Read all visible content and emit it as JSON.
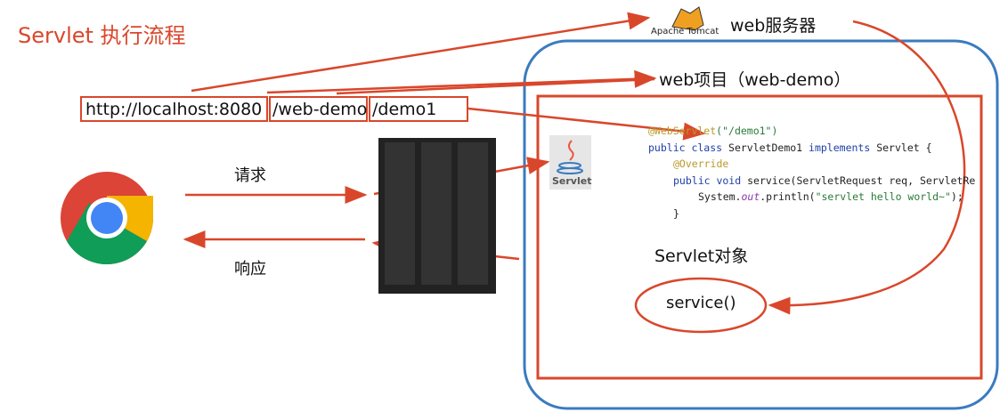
{
  "title": "Servlet 执行流程",
  "url": {
    "part1": "http://localhost:8080",
    "part2": "/web-demo",
    "part3": "/demo1"
  },
  "server": {
    "logo_text": "Apache Tomcat",
    "label": "web服务器"
  },
  "project": {
    "label": "web项目（web-demo）"
  },
  "servlet_icon": {
    "label": "Servlet"
  },
  "code": {
    "line1_annotation": "@WebServlet",
    "line1_arg": "(\"/demo1\")",
    "line2_kw1": "public class",
    "line2_name": " ServletDemo1 ",
    "line2_kw2": "implements",
    "line2_rest": " Servlet {",
    "line3": "@Override",
    "line4_kw": "public void",
    "line4_rest": " service(ServletRequest req, ServletRe",
    "line5_a": "System.",
    "line5_b": "out",
    "line5_c": ".println(",
    "line5_d": "\"servlet hello world~\"",
    "line5_e": ");",
    "line6": "}"
  },
  "servlet_object": {
    "label": "Servlet对象",
    "method": "service()"
  },
  "request_label": "请求",
  "response_label": "响应",
  "colors": {
    "accent": "#d9472b",
    "container": "#3a7bc0"
  }
}
